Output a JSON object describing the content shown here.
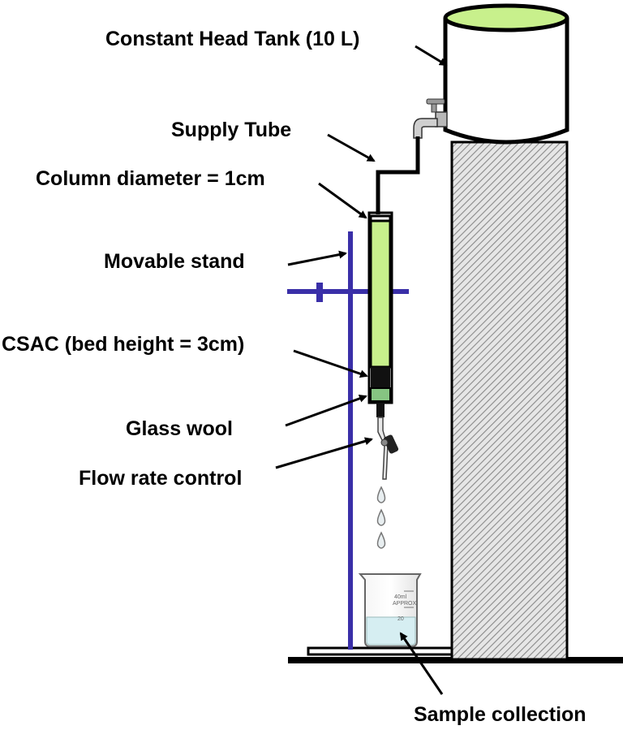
{
  "labels": {
    "tank": "Constant Head Tank (10 L)",
    "supply_tube": "Supply Tube",
    "column_diameter": "Column diameter = 1cm",
    "stand": "Movable stand",
    "csac": "CSAC (bed height = 3cm)",
    "glass_wool": "Glass wool",
    "flow_rate": "Flow rate control",
    "sample": "Sample collection"
  },
  "beaker": {
    "volume_mark": "40ml",
    "approx": "APPROX.",
    "mark_20": "20"
  },
  "colors": {
    "stand": "#3a2fa8",
    "column_fill": "#c8f08c",
    "tank_water": "#c8f08c",
    "sample_water": "#d6eef2",
    "glass_wool": "#86c482",
    "outline": "#000000"
  }
}
